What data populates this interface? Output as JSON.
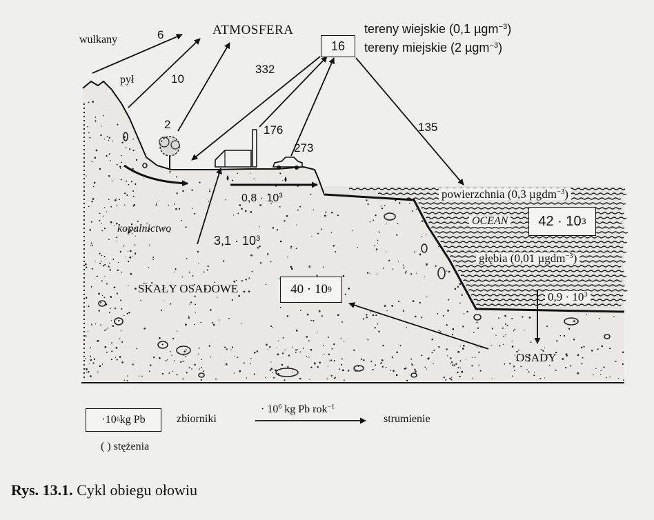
{
  "labels": {
    "atmosfera": "ATMOSFERA",
    "wulkany": "wulkany",
    "pyl": "pył",
    "kopalnictwo": "kopalnictwo",
    "skaly": "SKAŁY OSADOWE",
    "osady": "OSADY",
    "ocean": "OCEAN",
    "rural": "tereny wiejskie (0,1 µgm",
    "urban": "tereny miejskie (2  µgm",
    "neg3": "−3",
    "close_paren": ")",
    "surface": "powierzchnia (0,3 µgdm",
    "depth": "głębia (0,01 µgdm",
    "base10": "10",
    "dot": "·"
  },
  "boxes": {
    "atmosphere": "16",
    "ocean_m": "42 · 10",
    "ocean_e": "3",
    "rocks_m": "40  ·  10",
    "rocks_e": "9"
  },
  "flows": {
    "volcano": "6",
    "dust": "10",
    "tree": "2",
    "to_land": "332",
    "factory": "176",
    "traffic": "273",
    "to_ocean": "135",
    "river_m": "0,8  ·  10",
    "river_e": "3",
    "mining_m": "3,1  ·  10",
    "mining_e": "3",
    "sediment_m": "0,9 · 10",
    "sediment_e": "3"
  },
  "legend": {
    "box_m": "·10",
    "box_e": "6",
    "box_unit": " kg  Pb",
    "zbiorniki": "zbiorniki",
    "flow_m": "· 10",
    "flow_e": "6",
    "flow_unit": " kg  Pb  rok",
    "flow_e2": "−1",
    "strumienie": "strumienie",
    "stezenia": "(  )  stężenia"
  },
  "caption": {
    "number": "Rys. 13.1.",
    "text": " Cykl obiegu ołowiu"
  }
}
